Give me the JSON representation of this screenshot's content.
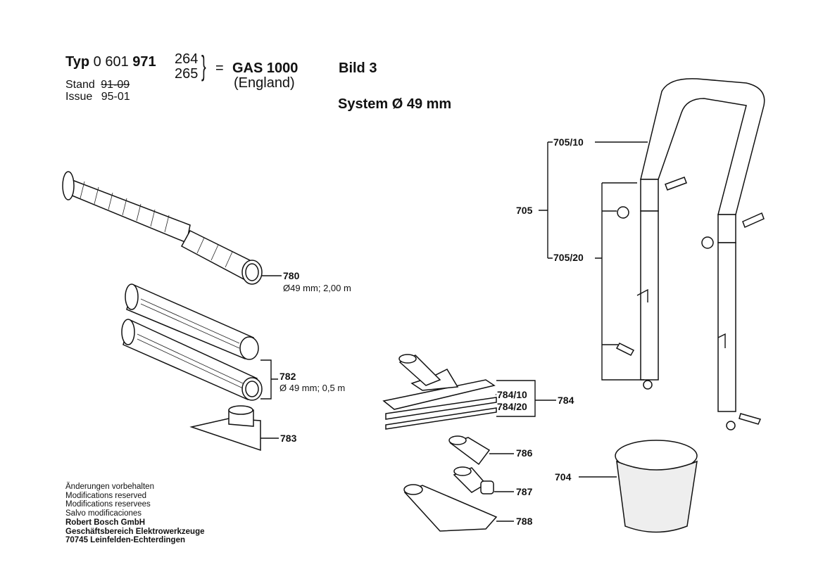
{
  "header": {
    "typ_label": "Typ",
    "typ_number_prefix": "0 601",
    "typ_number_main": "971",
    "variants": [
      "264",
      "265"
    ],
    "equals": "=",
    "model": "GAS  1000",
    "region": "(England)",
    "figure": "Bild 3",
    "stand_label": "Stand",
    "stand_value_struck": "91-09",
    "issue_label": "Issue",
    "issue_value": "95-01",
    "system": "System Ø 49 mm"
  },
  "parts": {
    "p780": {
      "number": "780",
      "spec": "Ø49 mm; 2,00 m"
    },
    "p782": {
      "number": "782",
      "spec": "Ø 49 mm; 0,5 m"
    },
    "p783": {
      "number": "783"
    },
    "p784": {
      "number": "784",
      "sub1": "784/10",
      "sub2": "784/20"
    },
    "p786": {
      "number": "786"
    },
    "p787": {
      "number": "787"
    },
    "p788": {
      "number": "788"
    },
    "p704": {
      "number": "704"
    },
    "p705": {
      "number": "705",
      "sub1": "705/10",
      "sub2": "705/20"
    }
  },
  "footer": {
    "lines": [
      "Änderungen vorbehalten",
      "Modifications reserved",
      "Modifications reservees",
      "Salvo modificaciones"
    ],
    "company": [
      "Robert Bosch GmbH",
      "Geschäftsbereich Elektrowerkzeuge",
      "70745 Leinfelden-Echterdingen"
    ]
  }
}
